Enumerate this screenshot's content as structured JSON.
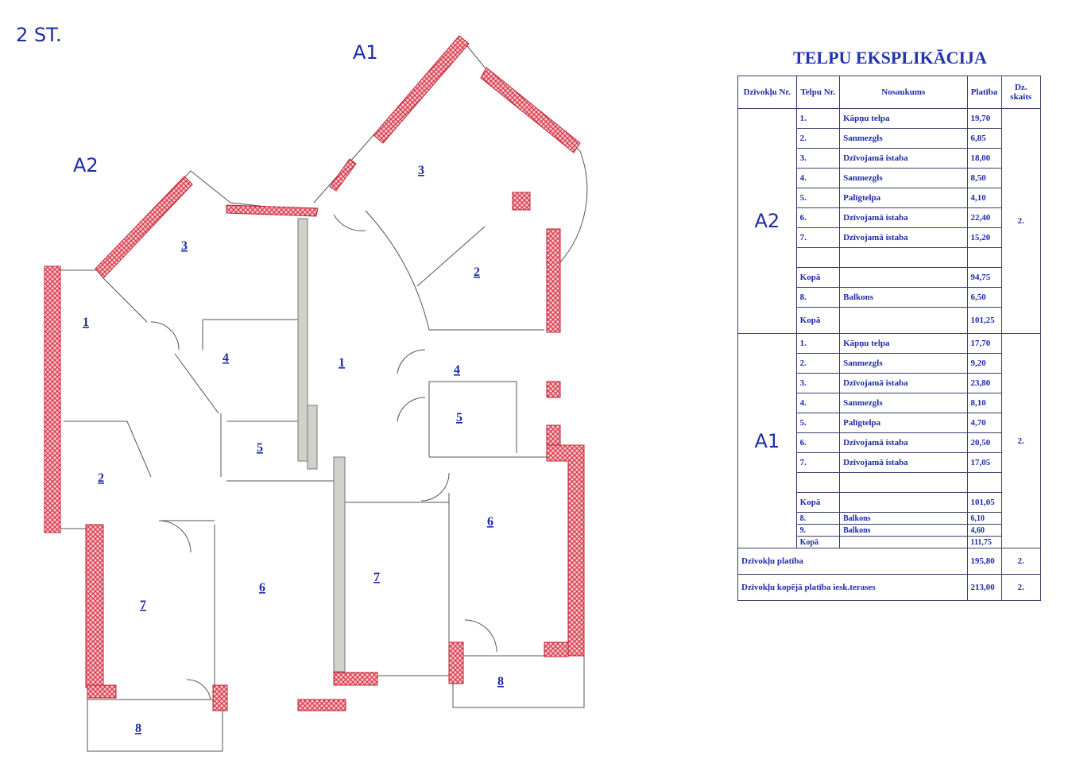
{
  "floor_label": "2 ST.",
  "apartment_labels": {
    "a1": "A1",
    "a2": "A2"
  },
  "plan": {
    "a2_rooms": [
      "1",
      "2",
      "3",
      "4",
      "5",
      "6",
      "7",
      "8"
    ],
    "a1_rooms": [
      "1",
      "2",
      "3",
      "4",
      "5",
      "6",
      "7",
      "8"
    ]
  },
  "colors": {
    "text": "#1c2aa8",
    "wall_hatch": "#d9384a",
    "wall_fill": "#f6c8cc",
    "core": "#cfd2c8"
  },
  "table": {
    "title": "TELPU EKSPLIKĀCIJA",
    "headers": [
      "Dzīvokļu Nr.",
      "Telpu Nr.",
      "Nosaukums",
      "Platība",
      "Dz. skaits"
    ],
    "apartments": [
      {
        "name": "A2",
        "count": "2.",
        "rooms": [
          {
            "no": "1.",
            "name": "Kāpņu telpa",
            "area": "19,70"
          },
          {
            "no": "2.",
            "name": "Sanmezgls",
            "area": "6,85"
          },
          {
            "no": "3.",
            "name": "Dzīvojamā istaba",
            "area": "18,00"
          },
          {
            "no": "4.",
            "name": "Sanmezgls",
            "area": "8,50"
          },
          {
            "no": "5.",
            "name": "Palīgtelpa",
            "area": "4,10"
          },
          {
            "no": "6.",
            "name": "Dzīvojamā istaba",
            "area": "22,40"
          },
          {
            "no": "7.",
            "name": "Dzīvojamā istaba",
            "area": "15,20"
          }
        ],
        "subtotal": {
          "label": "Kopā",
          "area": "94,75"
        },
        "balconies": [
          {
            "no": "8.",
            "name": "Balkons",
            "area": "6,50"
          }
        ],
        "total": {
          "label": "Kopā",
          "area": "101,25"
        }
      },
      {
        "name": "A1",
        "count": "2.",
        "rooms": [
          {
            "no": "1.",
            "name": "Kāpņu telpa",
            "area": "17,70"
          },
          {
            "no": "2.",
            "name": "Sanmezgls",
            "area": "9,20"
          },
          {
            "no": "3.",
            "name": "Dzīvojamā istaba",
            "area": "23,80"
          },
          {
            "no": "4.",
            "name": "Sanmezgls",
            "area": "8,10"
          },
          {
            "no": "5.",
            "name": "Palīgtelpa",
            "area": "4,70"
          },
          {
            "no": "6.",
            "name": "Dzīvojamā istaba",
            "area": "20,50"
          },
          {
            "no": "7.",
            "name": "Dzīvojamā istaba",
            "area": "17,05"
          }
        ],
        "subtotal": {
          "label": "Kopā",
          "area": "101,05"
        },
        "balconies": [
          {
            "no": "8.",
            "name": "Balkons",
            "area": "6,10"
          },
          {
            "no": "9.",
            "name": "Balkons",
            "area": "4,60"
          }
        ],
        "total": {
          "label": "Kopā",
          "area": "111,75"
        }
      }
    ],
    "summary": [
      {
        "label": "Dzīvokļu platība",
        "area": "195,80",
        "count": "2."
      },
      {
        "label": "Dzīvokļu kopējā platība iesk.terases",
        "area": "213,00",
        "count": "2."
      }
    ]
  }
}
